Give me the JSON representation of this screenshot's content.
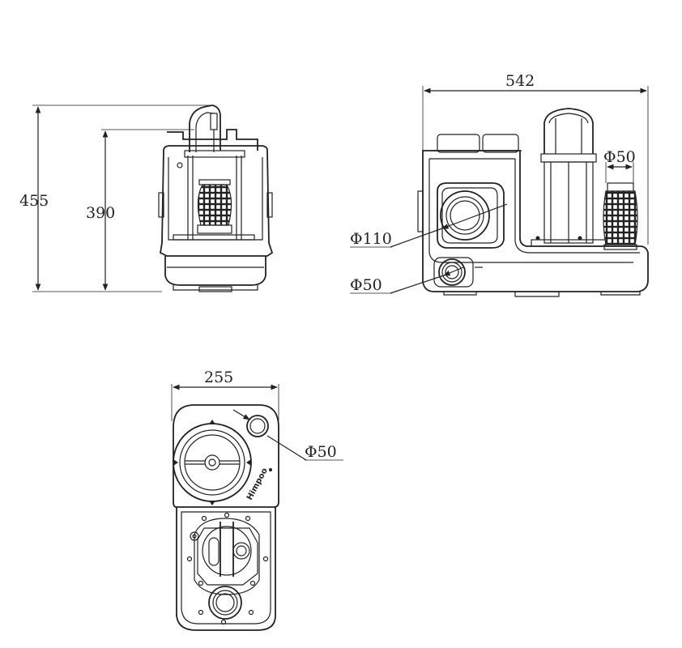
{
  "dimensions": {
    "front_height_total": "455",
    "front_height_body": "390",
    "side_width": "542",
    "side_outlet_small": "Φ50",
    "side_inlet_large": "Φ110",
    "side_inlet_small": "Φ50",
    "top_width": "255",
    "top_inlet": "Φ50"
  },
  "branding": {
    "logo": "Himpoo"
  },
  "colors": {
    "line": "#222222",
    "background": "#ffffff"
  }
}
